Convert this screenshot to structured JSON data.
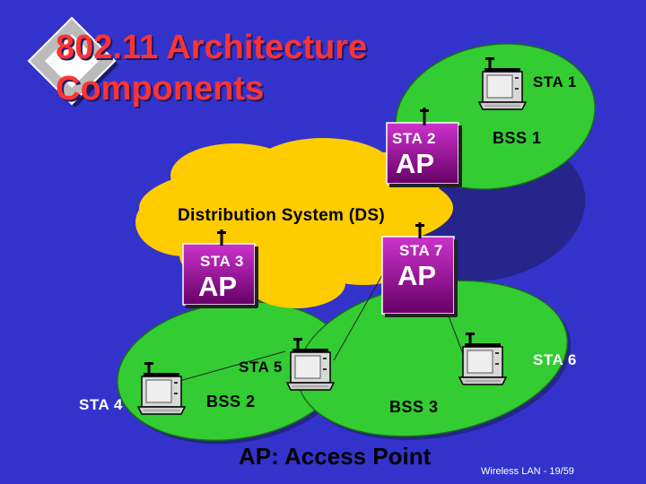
{
  "title": {
    "line1": "802.11 Architecture",
    "line2": "Components"
  },
  "distribution_system": {
    "label": "Distribution System (DS)"
  },
  "access_points": [
    {
      "station": "STA 2",
      "label": "AP"
    },
    {
      "station": "STA 3",
      "label": "AP"
    },
    {
      "station": "STA 7",
      "label": "AP"
    }
  ],
  "stations": [
    {
      "label": "STA 1"
    },
    {
      "label": "STA 4"
    },
    {
      "label": "STA 5"
    },
    {
      "label": "STA 6"
    }
  ],
  "bss": [
    {
      "label": "BSS 1"
    },
    {
      "label": "BSS 2"
    },
    {
      "label": "BSS 3"
    }
  ],
  "legend": "AP: Access Point",
  "footer": "Wireless LAN - 19/59",
  "colors": {
    "background": "#3333cc",
    "title": "#ff3333",
    "bss_fill": "#33cc33",
    "ds_cloud": "#ffcc00",
    "ap_box": "#990099"
  }
}
